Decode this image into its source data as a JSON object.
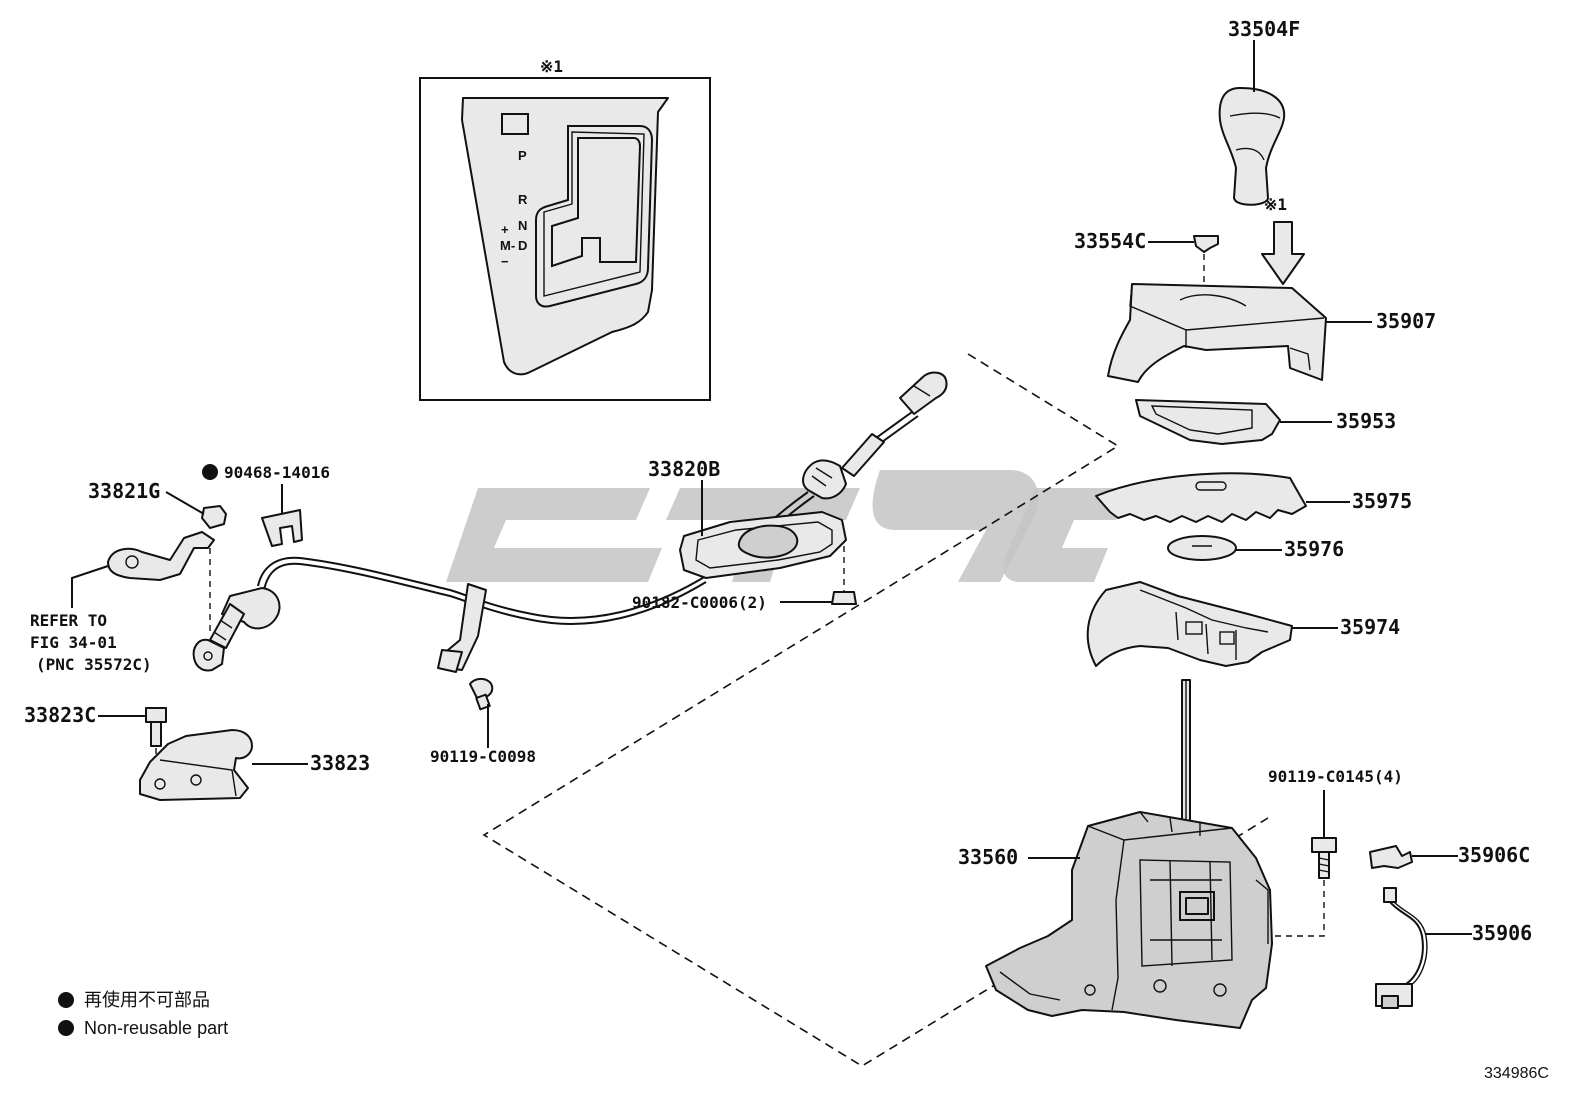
{
  "inset": {
    "marker": "※1",
    "gate_letters": [
      "P",
      "R",
      "N",
      "D"
    ],
    "gate_extra": [
      "+",
      "M-",
      "−"
    ]
  },
  "parts": {
    "p33504F": "33504F",
    "p33554C": "33554C",
    "p35907": "35907",
    "p35953": "35953",
    "p35975": "35975",
    "p35976": "35976",
    "p35974": "35974",
    "p33560": "33560",
    "p90119_C0145": "90119-C0145(4)",
    "p35906C": "35906C",
    "p35906": "35906",
    "p33820B": "33820B",
    "p90182": "90182-C0006(2)",
    "p90119_C0098": "90119-C0098",
    "p33821G": "33821G",
    "p90468": "90468-14016",
    "p33823C": "33823C",
    "p33823": "33823"
  },
  "knob_marker": "※1",
  "refer": {
    "line1": "REFER TO",
    "line2": "FIG 34-01",
    "line3": "(PNC 35572C)"
  },
  "legend": {
    "jp": "再使用不可部品",
    "en": "Non-reusable part"
  },
  "diagram_code": "334986C",
  "watermark_color": "#c4c4c4"
}
